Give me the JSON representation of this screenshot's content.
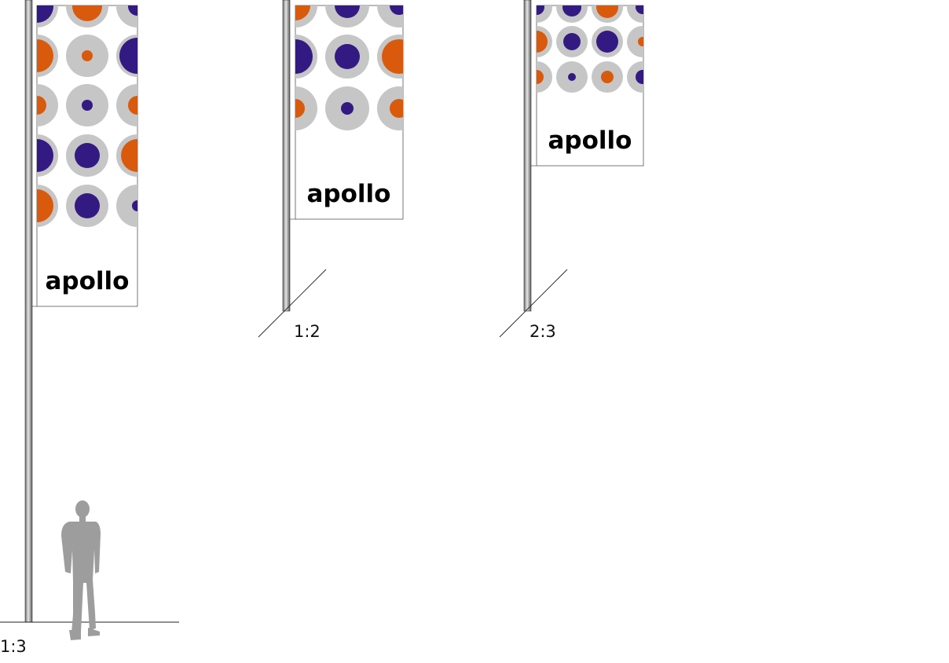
{
  "brand": {
    "name": "apollo",
    "colors": {
      "orange": "#d95a0c",
      "purple": "#331a82",
      "grey": "#c6c6c6",
      "pole_dark": "#6f6f6f",
      "pole_light": "#e6e6e6",
      "figure": "#9d9d9d",
      "text": "#000000"
    }
  },
  "flags": [
    {
      "id": "flag-1-3",
      "ratio_label": "1:3",
      "flag_shape": "vertical-banner",
      "has_person_for_scale": true
    },
    {
      "id": "flag-1-2",
      "ratio_label": "1:2",
      "flag_shape": "vertical-banner",
      "has_person_for_scale": false
    },
    {
      "id": "flag-2-3",
      "ratio_label": "2:3",
      "flag_shape": "vertical-banner",
      "has_person_for_scale": false
    }
  ]
}
